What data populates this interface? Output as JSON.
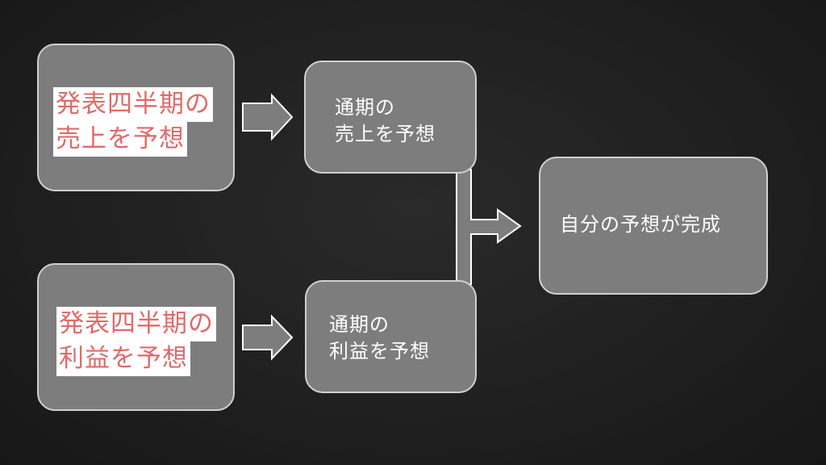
{
  "boxes": {
    "q_sales": {
      "lines": [
        "発表四半期の",
        "売上を予想"
      ]
    },
    "q_profit": {
      "lines": [
        "発表四半期の",
        "利益を予想"
      ]
    },
    "fy_sales": {
      "lines": [
        "通期の",
        "売上を予想"
      ]
    },
    "fy_profit": {
      "lines": [
        "通期の",
        "利益を予想"
      ]
    },
    "result": {
      "lines": [
        "自分の予想が完成"
      ]
    }
  },
  "colors": {
    "background": "#1e1e1e",
    "box_fill": "#7d7d7d",
    "box_border": "#d0d0d0",
    "highlight_text": "#e06a6a",
    "highlight_bg": "#ffffff",
    "arrow_fill": "#7d7d7d",
    "arrow_stroke": "#ffffff"
  },
  "icons": {
    "arrow": "arrow-right-icon"
  }
}
